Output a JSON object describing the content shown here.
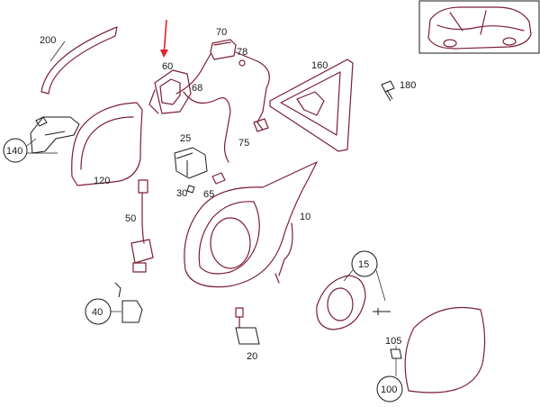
{
  "callouts": {
    "p200": "200",
    "p60": "60",
    "p70": "70",
    "p78": "78",
    "p68": "68",
    "p160": "160",
    "p180": "180",
    "p140": "140",
    "p120": "120",
    "p25": "25",
    "p75": "75",
    "p30": "30",
    "p65": "65",
    "p10": "10",
    "p50": "50",
    "p15": "15",
    "p40": "40",
    "p20": "20",
    "p105": "105",
    "p100": "100"
  },
  "colors": {
    "parts": "#7a1f35",
    "arrow": "#e0202a",
    "lines": "#1a1a1a"
  },
  "icons": {
    "highlight": "red-arrow-icon",
    "locator": "car-topview-icon"
  }
}
